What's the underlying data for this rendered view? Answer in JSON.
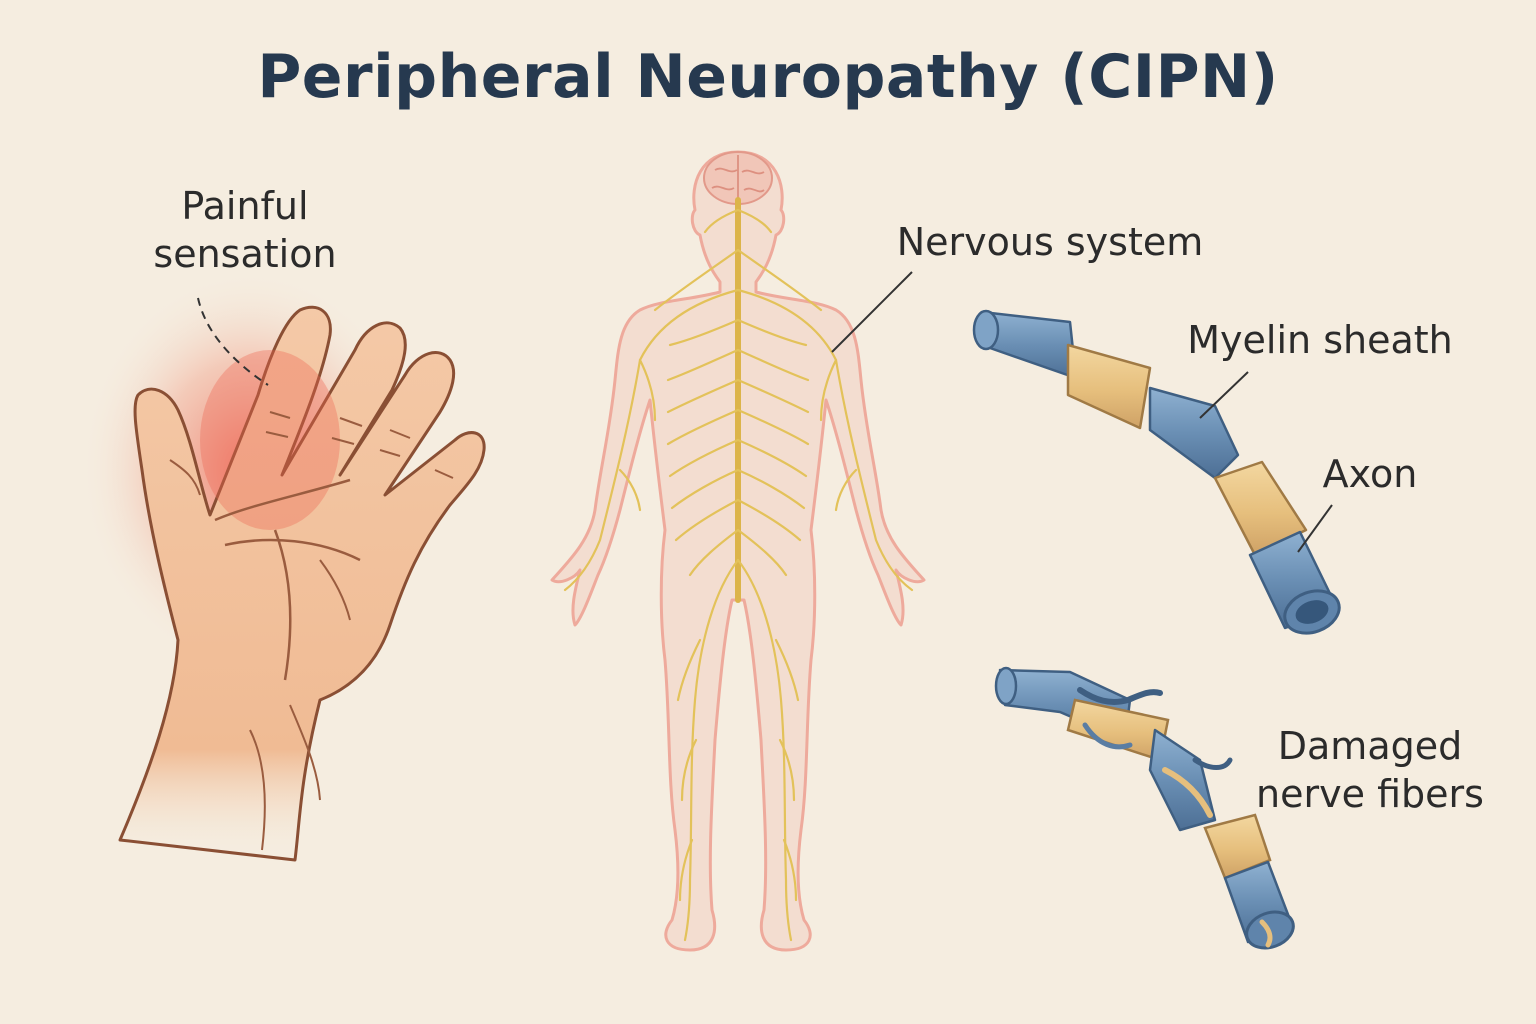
{
  "title": "Peripheral Neuropathy (CIPN)",
  "labels": {
    "painful_sensation": [
      "Painful",
      "sensation"
    ],
    "nervous_system": "Nervous system",
    "myelin_sheath": "Myelin sheath",
    "axon": "Axon",
    "damaged_nerve_fibers": [
      "Damaged",
      "nerve fibers"
    ]
  },
  "colors": {
    "background": "#f5ede0",
    "title": "#26394f",
    "skin": "#f2c4a0",
    "skin_outline": "#8a4f34",
    "pain_glow": "#ef6a56",
    "nerve": "#e3c25a",
    "body_outline": "#eeaa9c",
    "axon_blue": "#6e93b8",
    "myelin_tan": "#e7c27f"
  }
}
